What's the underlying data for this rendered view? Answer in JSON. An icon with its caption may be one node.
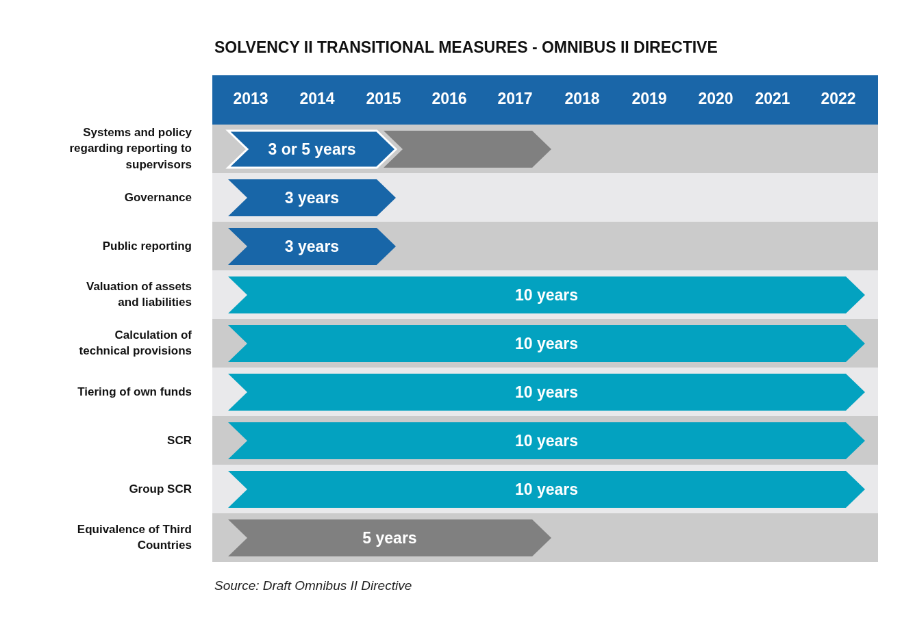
{
  "diagram": {
    "title": "SOLVENCY II TRANSITIONAL MEASURES - OMNIBUS II DIRECTIVE",
    "nodes": [
      {
        "text": [
          "Systems and policy regarding reporting to supervisors"
        ]
      },
      {
        "text": [
          "3 or 5 years"
        ],
        "in": 0
      },
      {
        "text": [],
        "shape": "chevron",
        "in": 0
      },
      {
        "text": [
          "Governance"
        ]
      },
      {
        "text": [
          "3 years"
        ],
        "in": 3
      },
      {
        "text": [
          "Public reporting"
        ]
      },
      {
        "text": [
          "3 years"
        ],
        "in": 5
      },
      {
        "text": [
          "Valuation of assets and liabilities"
        ]
      },
      {
        "text": [
          "10 years"
        ],
        "in": 7
      },
      {
        "text": [
          "Calculation of technical provisions"
        ]
      },
      {
        "text": [
          "10 years"
        ],
        "in": 9
      },
      {
        "text": [
          "Tiering of own funds"
        ]
      },
      {
        "text": [
          "10 years"
        ],
        "in": 11
      },
      {
        "text": [
          "SCR"
        ]
      },
      {
        "text": [
          "10 years"
        ],
        "in": 13
      },
      {
        "text": [
          "Group SCR"
        ]
      },
      {
        "text": [
          "10 years"
        ],
        "in": 15
      },
      {
        "text": [
          "Equivalence of Third Countries"
        ]
      },
      {
        "text": [
          "5 years"
        ],
        "in": 17
      }
    ],
    "labels": [
      "2013",
      "2014",
      "2015",
      "2016",
      "2017",
      "2018",
      "2019",
      "2020",
      "2021",
      "2022"
    ],
    "caption": "Source: Draft Omnibus II Directive"
  }
}
